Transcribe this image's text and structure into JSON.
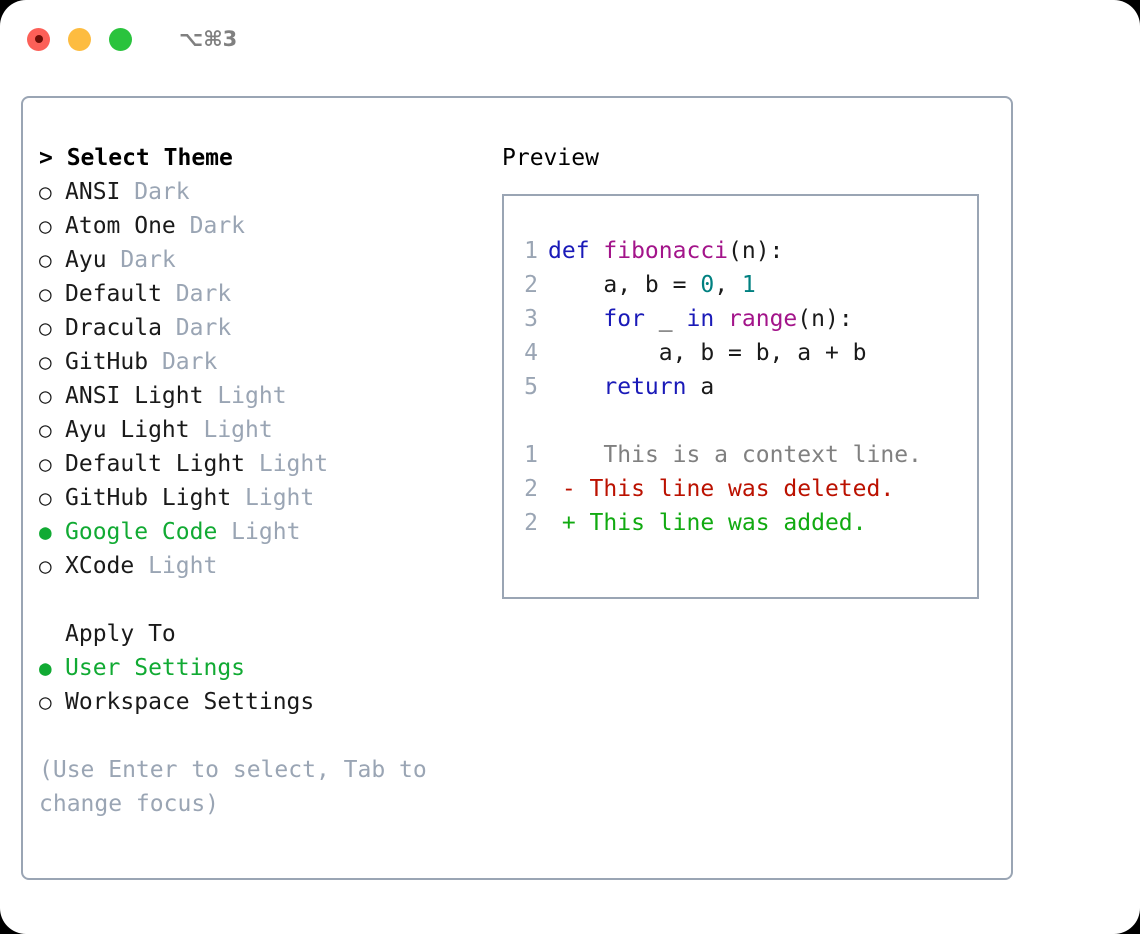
{
  "window": {
    "shortcut": "⌥⌘3",
    "traffic_lights": [
      {
        "name": "close",
        "color": "#fc6058"
      },
      {
        "name": "minimize",
        "color": "#fdbc40"
      },
      {
        "name": "maximize",
        "color": "#2ac33d"
      }
    ]
  },
  "theme_picker": {
    "title": "> Select Theme",
    "markers": {
      "selected": "●",
      "unselected": "○"
    },
    "selected_color": "#11aa33",
    "badge_color": "#9aa5b4",
    "options": [
      {
        "label": "ANSI",
        "badge": "Dark",
        "selected": false
      },
      {
        "label": "Atom One",
        "badge": "Dark",
        "selected": false
      },
      {
        "label": "Ayu",
        "badge": "Dark",
        "selected": false
      },
      {
        "label": "Default",
        "badge": "Dark",
        "selected": false
      },
      {
        "label": "Dracula",
        "badge": "Dark",
        "selected": false
      },
      {
        "label": "GitHub",
        "badge": "Dark",
        "selected": false
      },
      {
        "label": "ANSI Light",
        "badge": "Light",
        "selected": false
      },
      {
        "label": "Ayu Light",
        "badge": "Light",
        "selected": false
      },
      {
        "label": "Default Light",
        "badge": "Light",
        "selected": false
      },
      {
        "label": "GitHub Light",
        "badge": "Light",
        "selected": false
      },
      {
        "label": "Google Code",
        "badge": "Light",
        "selected": true
      },
      {
        "label": "XCode",
        "badge": "Light",
        "selected": false
      }
    ]
  },
  "apply_to": {
    "title": "Apply To",
    "options": [
      {
        "label": "User Settings",
        "selected": true
      },
      {
        "label": "Workspace Settings",
        "selected": false
      }
    ]
  },
  "hint": "(Use Enter to select, Tab to change focus)",
  "preview": {
    "title": "Preview",
    "code_lines": [
      {
        "number": "1",
        "tokens": [
          {
            "text": "def ",
            "type": "kw"
          },
          {
            "text": "fibonacci",
            "type": "fn"
          },
          {
            "text": "(n):",
            "type": "txt"
          }
        ]
      },
      {
        "number": "2",
        "tokens": [
          {
            "text": "    a, b = ",
            "type": "txt"
          },
          {
            "text": "0",
            "type": "num"
          },
          {
            "text": ", ",
            "type": "txt"
          },
          {
            "text": "1",
            "type": "num"
          }
        ]
      },
      {
        "number": "3",
        "tokens": [
          {
            "text": "    ",
            "type": "txt"
          },
          {
            "text": "for",
            "type": "kw"
          },
          {
            "text": " _ ",
            "type": "txt"
          },
          {
            "text": "in",
            "type": "kw"
          },
          {
            "text": " ",
            "type": "txt"
          },
          {
            "text": "range",
            "type": "fn"
          },
          {
            "text": "(n):",
            "type": "txt"
          }
        ]
      },
      {
        "number": "4",
        "tokens": [
          {
            "text": "        a, b = b, a + b",
            "type": "txt"
          }
        ]
      },
      {
        "number": "5",
        "tokens": [
          {
            "text": "    ",
            "type": "txt"
          },
          {
            "text": "return",
            "type": "kw"
          },
          {
            "text": " a",
            "type": "txt"
          }
        ]
      }
    ],
    "diff_lines": [
      {
        "number": "1",
        "sign": " ",
        "text": "  This is a context line.",
        "kind": "context"
      },
      {
        "number": "2",
        "sign": "-",
        "text": " This line was deleted.",
        "kind": "del"
      },
      {
        "number": "2",
        "sign": "+",
        "text": " This line was added.",
        "kind": "add"
      }
    ],
    "colors": {
      "keyword": "#1a1ab8",
      "function": "#a3148a",
      "number": "#008080",
      "text": "#1a1a1a",
      "lineno": "#9aa5b4",
      "diff_context": "#808080",
      "diff_deleted": "#bb1100",
      "diff_added": "#11aa11"
    }
  }
}
